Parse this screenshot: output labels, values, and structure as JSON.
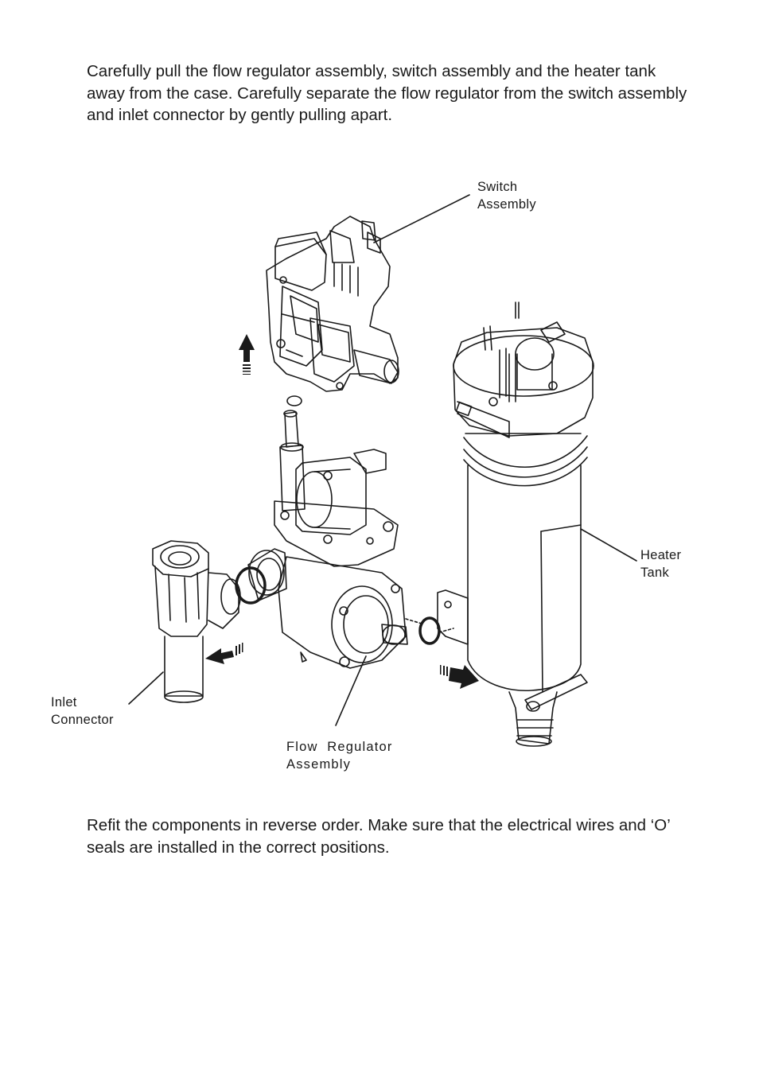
{
  "instructions": {
    "intro_lines": [
      "Carefully pull the flow regulator assembly, switch assembly and the heater tank",
      "away from the case. Carefully separate the flow regulator from the switch assembly",
      "and inlet connector by gently pulling apart."
    ],
    "refit_lines": [
      "Refit the components in reverse order. Make sure that the electrical wires and ‘O’",
      "seals are installed in the correct positions."
    ]
  },
  "diagram": {
    "labels": {
      "switch_assembly": [
        "Switch",
        "Assembly"
      ],
      "heater_tank": [
        "Heater",
        "Tank"
      ],
      "inlet_connector": [
        "Inlet",
        "Connector"
      ],
      "flow_regulator_assembly": [
        "Flow  Regulator",
        "Assembly"
      ]
    }
  }
}
